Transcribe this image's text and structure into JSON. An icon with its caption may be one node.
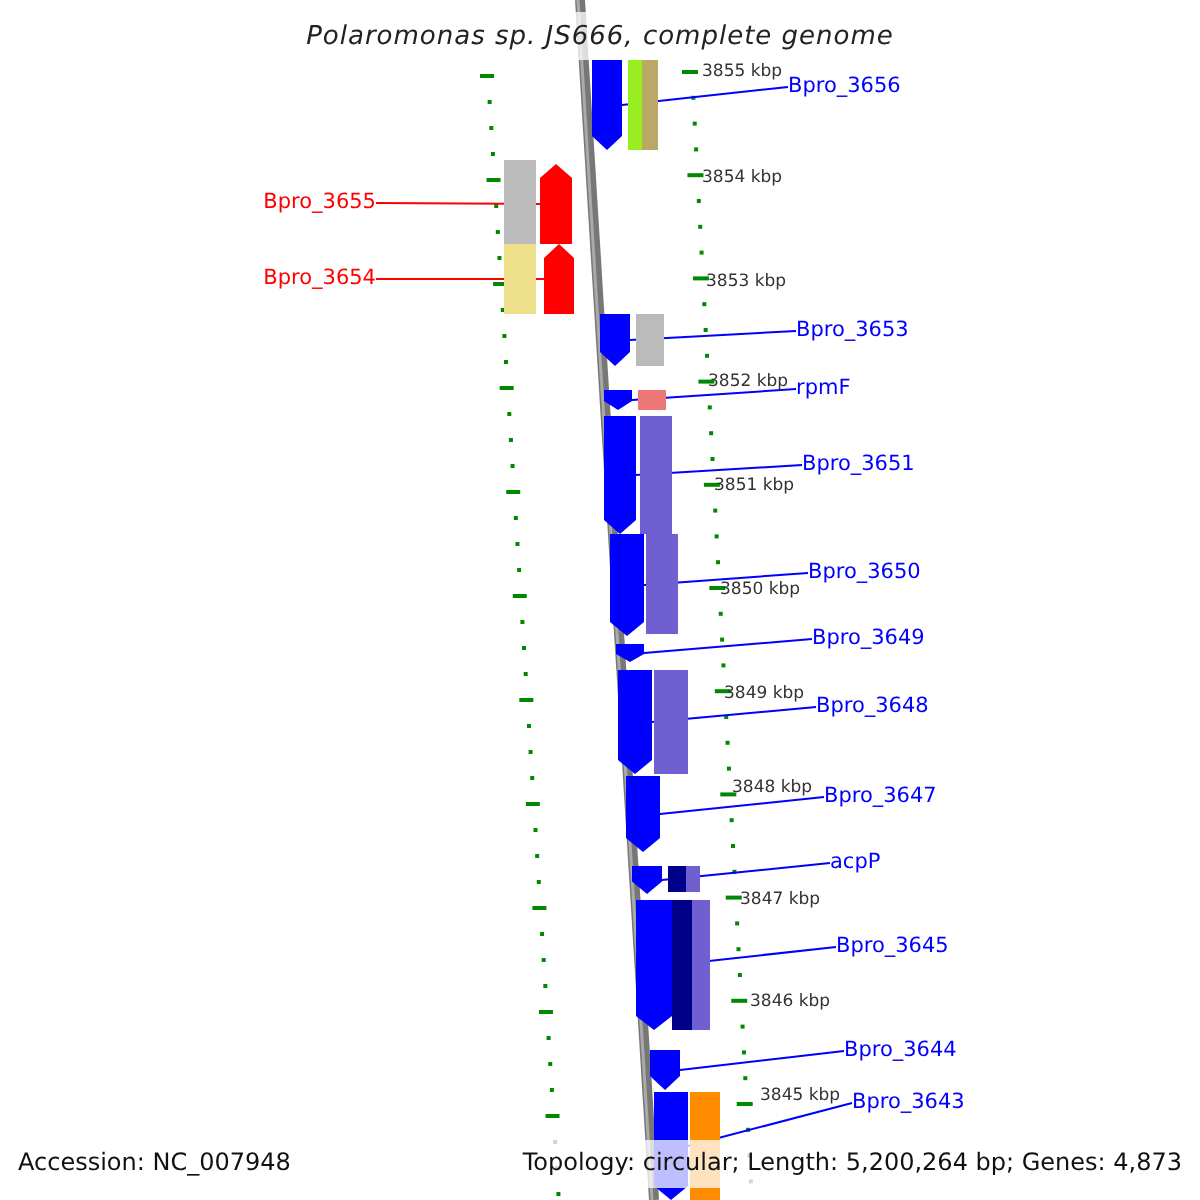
{
  "diagram": {
    "title": "Polaromonas sp. JS666, complete genome",
    "nodes": [
      {
        "text": [
          "Bpro_3656"
        ]
      },
      {
        "text": [
          "Bpro_3655"
        ]
      },
      {
        "text": [
          "Bpro_3654"
        ]
      },
      {
        "text": [
          "Bpro_3653"
        ]
      },
      {
        "text": [
          "rpmF"
        ]
      },
      {
        "text": [
          "Bpro_3651"
        ]
      },
      {
        "text": [
          "Bpro_3650"
        ]
      },
      {
        "text": [
          "Bpro_3649"
        ]
      },
      {
        "text": [
          "Bpro_3648"
        ]
      },
      {
        "text": [
          "Bpro_3647"
        ]
      },
      {
        "text": [
          "acpP"
        ]
      },
      {
        "text": [
          "Bpro_3645"
        ]
      },
      {
        "text": [
          "Bpro_3644"
        ]
      },
      {
        "text": [
          "Bpro_3643"
        ]
      },
      {
        "text": [],
        "shape": "arrow"
      },
      {
        "text": [],
        "shape": "arrow"
      },
      {
        "text": [],
        "shape": "arrow"
      },
      {
        "text": [],
        "shape": "arrow"
      },
      {
        "text": [],
        "shape": "arrow"
      },
      {
        "text": [],
        "shape": "arrow"
      },
      {
        "text": [],
        "shape": "arrow"
      },
      {
        "text": [],
        "shape": "arrow"
      },
      {
        "text": [],
        "shape": "arrow"
      },
      {
        "text": [],
        "shape": "arrow"
      },
      {
        "text": [],
        "shape": "arrow"
      },
      {
        "text": [],
        "shape": "arrow"
      },
      {
        "text": [],
        "shape": "arrow"
      },
      {
        "text": [],
        "shape": "arrow"
      }
    ],
    "edges": [
      {
        "from": 0,
        "to": 14,
        "arrow": "none"
      },
      {
        "from": 1,
        "to": 15,
        "arrow": "none",
        "color": "#ff0000"
      },
      {
        "from": 2,
        "to": 16,
        "arrow": "none",
        "color": "#ff0000"
      },
      {
        "from": 3,
        "to": 17,
        "arrow": "none"
      },
      {
        "from": 4,
        "to": 18,
        "arrow": "none"
      },
      {
        "from": 5,
        "to": 19,
        "arrow": "none"
      },
      {
        "from": 6,
        "to": 20,
        "arrow": "none"
      },
      {
        "from": 7,
        "to": 21,
        "arrow": "none"
      },
      {
        "from": 8,
        "to": 22,
        "arrow": "none"
      },
      {
        "from": 9,
        "to": 23,
        "arrow": "none"
      },
      {
        "from": 10,
        "to": 24,
        "arrow": "none"
      },
      {
        "from": 11,
        "to": 25,
        "arrow": "none"
      },
      {
        "from": 12,
        "to": 26,
        "arrow": "none"
      },
      {
        "from": 13,
        "to": 27,
        "arrow": "none"
      }
    ],
    "labels": [
      "3855 kbp",
      "3854 kbp",
      "3853 kbp",
      "3852 kbp",
      "3851 kbp",
      "3850 kbp",
      "3849 kbp",
      "3848 kbp",
      "3847 kbp",
      "3846 kbp",
      "3845 kbp",
      "Accession: NC_007948",
      "Topology: circular; Length: 5,200,264 bp; Genes: 4,873"
    ]
  }
}
